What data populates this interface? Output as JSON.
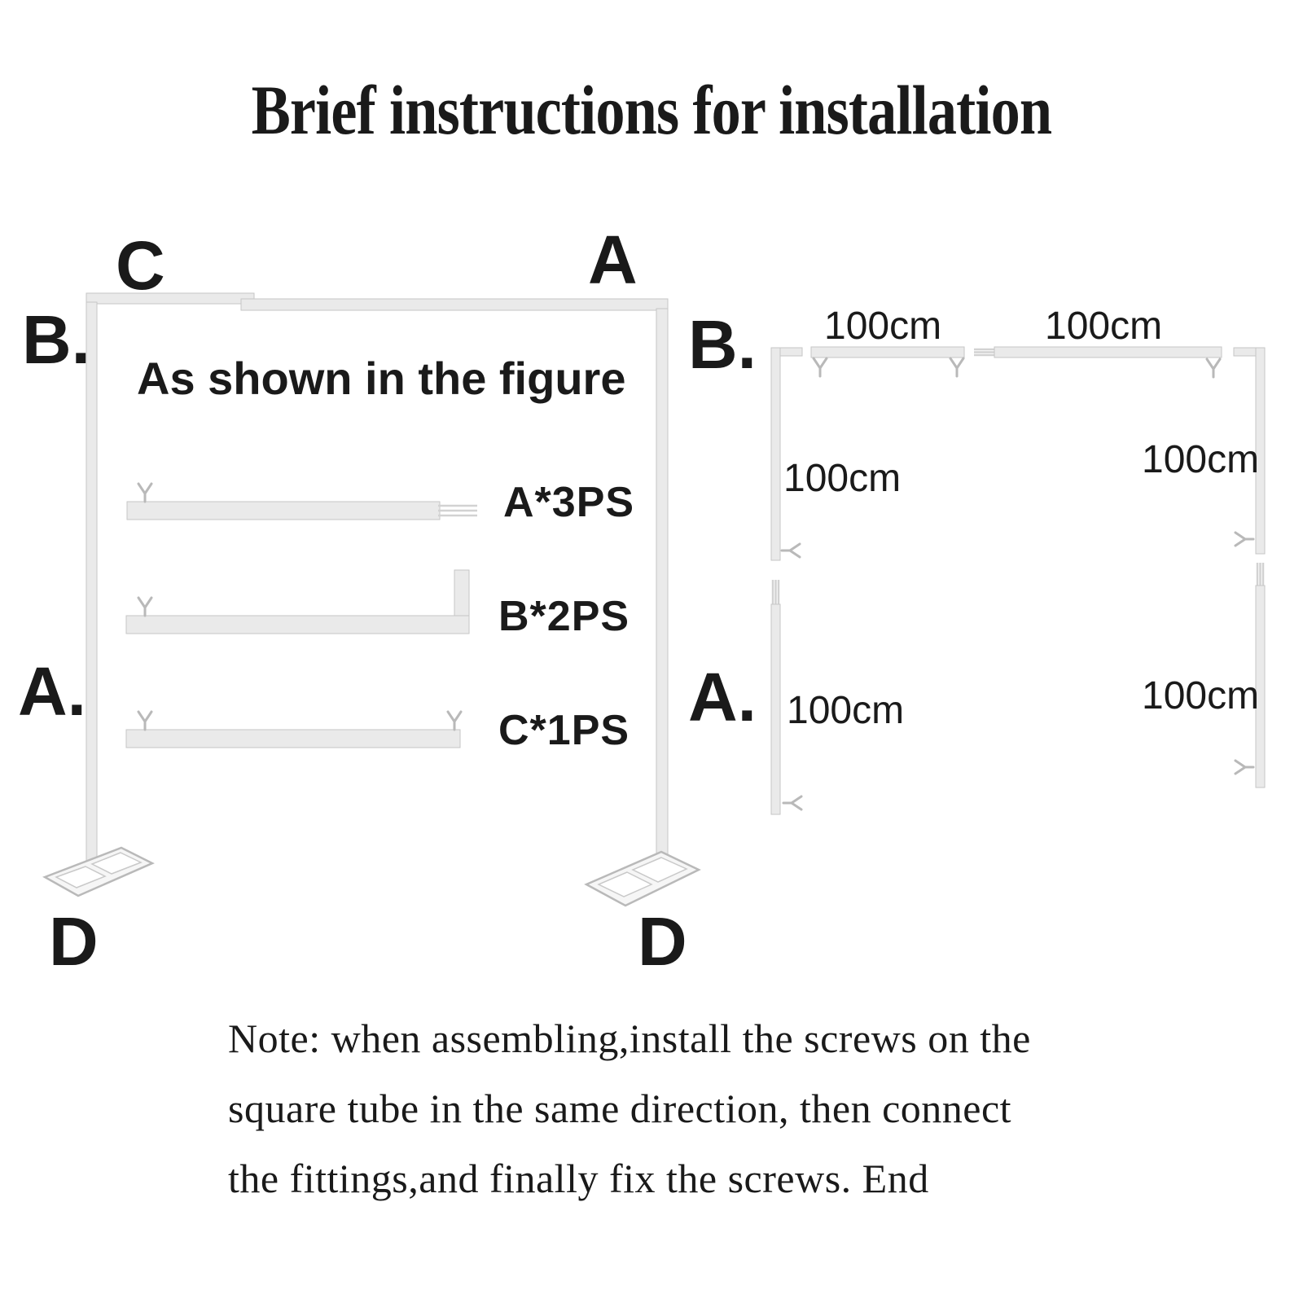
{
  "title": "Brief instructions for installation",
  "assembled": {
    "caption": "As shown in the figure",
    "corner_top_left": "C",
    "corner_top_right": "A",
    "side_upper": "B.",
    "side_lower": "A.",
    "base_left": "D",
    "base_right": "D",
    "parts": [
      {
        "label": "A*3PS"
      },
      {
        "label": "B*2PS"
      },
      {
        "label": "C*1PS"
      }
    ]
  },
  "exploded": {
    "section_upper": "B.",
    "section_lower": "A.",
    "measurements": [
      "100cm",
      "100cm",
      "100cm",
      "100cm",
      "100cm",
      "100cm"
    ]
  },
  "note_lines": [
    "Note: when assembling,install the screws on the",
    "square tube in the same direction, then connect",
    "the fittings,and finally fix the screws. End"
  ],
  "colors": {
    "text": "#1a1a1a",
    "tube_fill": "#eaeaea",
    "tube_edge": "#c6c6c6",
    "base_fill": "#f6f6f6",
    "base_edge": "#b9b9b9",
    "bg": "#ffffff"
  }
}
